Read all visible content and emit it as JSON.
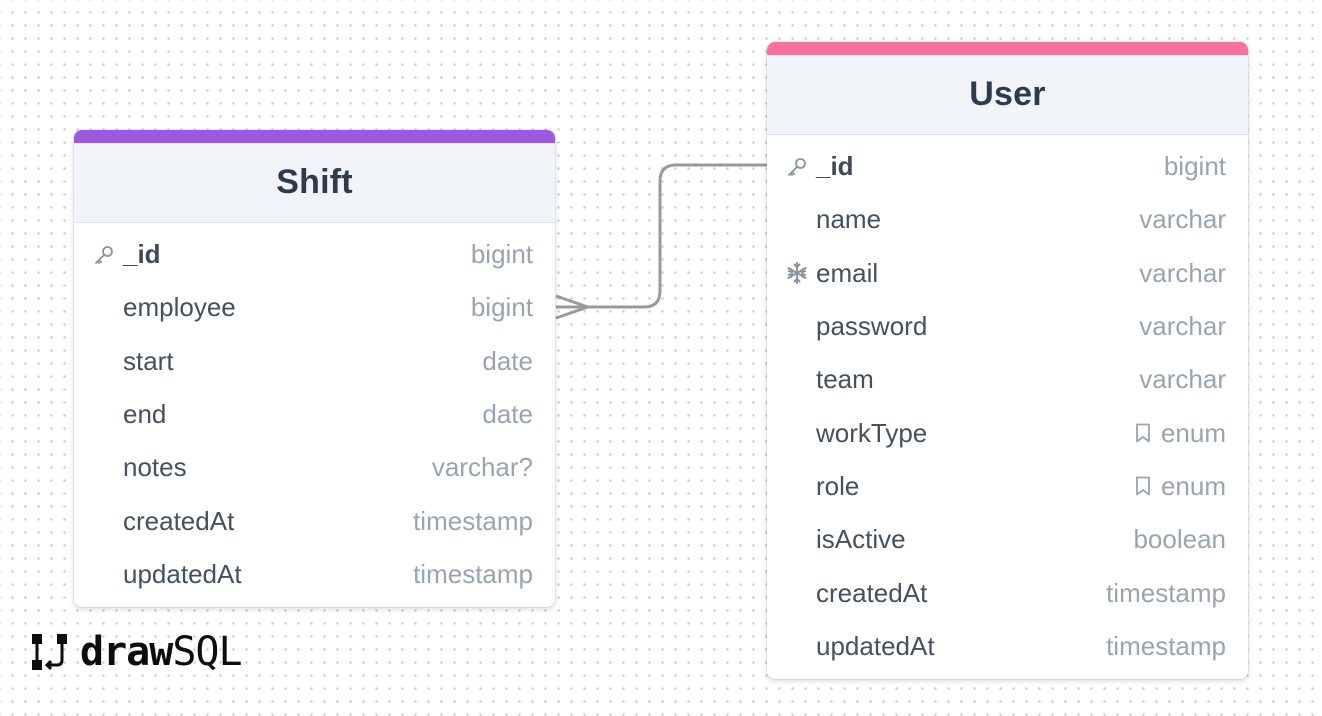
{
  "diagram": {
    "tables": [
      {
        "name": "Shift",
        "accent_color": "#9b59e0",
        "columns": [
          {
            "name": "_id",
            "type": "bigint",
            "icon": "key-icon",
            "primary": true
          },
          {
            "name": "employee",
            "type": "bigint"
          },
          {
            "name": "start",
            "type": "date"
          },
          {
            "name": "end",
            "type": "date"
          },
          {
            "name": "notes",
            "type": "varchar?"
          },
          {
            "name": "createdAt",
            "type": "timestamp"
          },
          {
            "name": "updatedAt",
            "type": "timestamp"
          }
        ]
      },
      {
        "name": "User",
        "accent_color": "#f5719e",
        "columns": [
          {
            "name": "_id",
            "type": "bigint",
            "icon": "key-icon",
            "primary": true
          },
          {
            "name": "name",
            "type": "varchar"
          },
          {
            "name": "email",
            "type": "varchar",
            "icon": "snowflake-icon"
          },
          {
            "name": "password",
            "type": "varchar"
          },
          {
            "name": "team",
            "type": "varchar"
          },
          {
            "name": "workType",
            "type": "enum",
            "type_icon": "bookmark-icon"
          },
          {
            "name": "role",
            "type": "enum",
            "type_icon": "bookmark-icon"
          },
          {
            "name": "isActive",
            "type": "boolean"
          },
          {
            "name": "createdAt",
            "type": "timestamp"
          },
          {
            "name": "updatedAt",
            "type": "timestamp"
          }
        ]
      }
    ],
    "relationship": {
      "from": "Shift.employee",
      "to": "User._id",
      "cardinality": "many-to-one",
      "line_color": "#9a9a9a"
    }
  },
  "logo": {
    "text_bold": "draw",
    "text_light": "SQL"
  }
}
